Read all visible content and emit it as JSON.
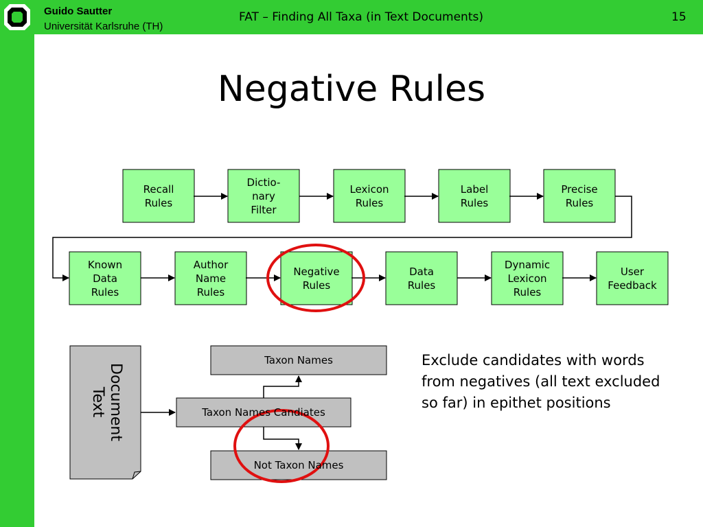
{
  "header": {
    "author": "Guido Sautter",
    "university": "Universität Karlsruhe (TH)",
    "presentation_title": "FAT – Finding All Taxa (in Text Documents)",
    "page_number": "15",
    "accent_color": "#33cc33"
  },
  "slide": {
    "title": "Negative Rules"
  },
  "pipeline": {
    "box_color": "#99ff99",
    "highlight_color": "#e01010",
    "row1": [
      {
        "label": "Recall\nRules"
      },
      {
        "label": "Dictio-\nnary\nFilter"
      },
      {
        "label": "Lexicon\nRules"
      },
      {
        "label": "Label\nRules"
      },
      {
        "label": "Precise\nRules"
      }
    ],
    "row2": [
      {
        "label": "Known\nData\nRules"
      },
      {
        "label": "Author\nName\nRules"
      },
      {
        "label": "Negative\nRules",
        "highlighted": true
      },
      {
        "label": "Data\nRules"
      },
      {
        "label": "Dynamic\nLexicon\nRules"
      },
      {
        "label": "User\nFeedback"
      }
    ]
  },
  "flow": {
    "box_color": "#c0c0c0",
    "document_label": "Document\nText",
    "taxon_names": "Taxon Names",
    "candidates": "Taxon Names Candiates",
    "not_taxon_names": "Not Taxon Names"
  },
  "description": "Exclude candidates with words from negatives (all text excluded so far) in epithet positions"
}
